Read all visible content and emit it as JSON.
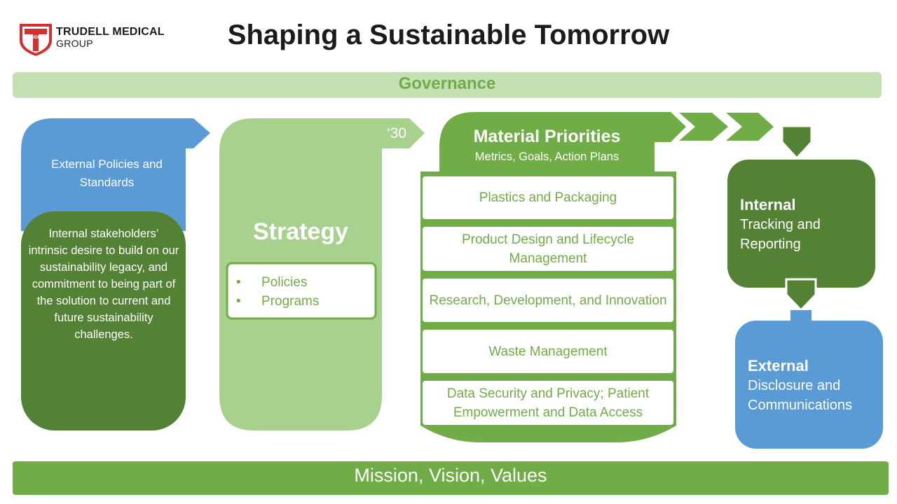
{
  "logo": {
    "name": "TRUDELL MEDICAL",
    "sub": "GROUP",
    "crest_word": "TRUDELL"
  },
  "title": "Shaping a Sustainable Tomorrow",
  "governance": "Governance",
  "drivers": {
    "external": "External Policies and Standards",
    "internal": "Internal stakeholders’ intrinsic desire to build on our sustainability legacy, and commitment to being part of the solution to current and future sustainability challenges."
  },
  "strategy": {
    "title": "Strategy",
    "year": "‘30",
    "items": [
      "Policies",
      "Programs"
    ]
  },
  "material_priorities": {
    "title": "Material Priorities",
    "subtitle": "Metrics, Goals, Action Plans",
    "items": [
      "Plastics and Packaging",
      "Product Design and Lifecycle Management",
      "Research, Development, and Innovation",
      "Waste Management",
      "Data Security and Privacy; Patient Empowerment and Data Access"
    ]
  },
  "internal": {
    "head": "Internal",
    "body": "Tracking and Reporting"
  },
  "external": {
    "head": "External",
    "body": "Disclosure and Communications"
  },
  "mission": "Mission, Vision, Values",
  "colors": {
    "governance_fill": "#c5e0b4",
    "governance_text": "#70ad47",
    "blue": "#5b9bd5",
    "dark_green": "#548235",
    "light_green": "#a9d18e",
    "mid_green": "#70ad47",
    "logo_red": "#d32f2f"
  }
}
